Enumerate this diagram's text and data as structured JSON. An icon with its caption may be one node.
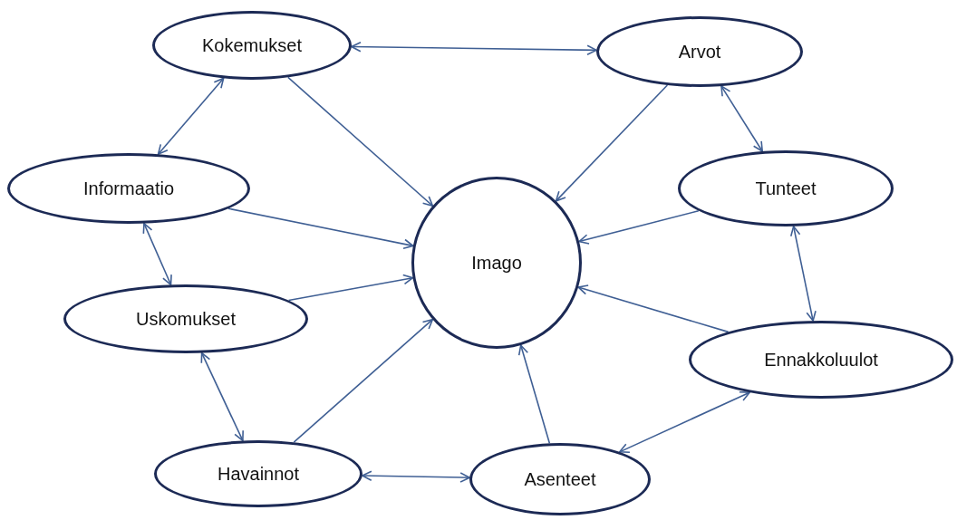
{
  "diagram": {
    "nodes": [
      {
        "text": [
          "Kokemukset"
        ]
      },
      {
        "text": [
          "Arvot"
        ]
      },
      {
        "text": [
          "Informaatio"
        ]
      },
      {
        "text": [
          "Tunteet"
        ]
      },
      {
        "text": [
          "Imago"
        ]
      },
      {
        "text": [
          "Uskomukset"
        ]
      },
      {
        "text": [
          "Ennakkoluulot"
        ]
      },
      {
        "text": [
          "Havainnot"
        ]
      },
      {
        "text": [
          "Asenteet"
        ]
      }
    ],
    "edges": [
      {
        "from": 0,
        "to": 1,
        "arrow": "both"
      },
      {
        "from": 0,
        "to": 4,
        "arrow": "to"
      },
      {
        "from": 1,
        "to": 4,
        "arrow": "to"
      },
      {
        "from": 2,
        "to": 4,
        "arrow": "to"
      },
      {
        "from": 3,
        "to": 4,
        "arrow": "to"
      },
      {
        "from": 5,
        "to": 4,
        "arrow": "to"
      },
      {
        "from": 6,
        "to": 4,
        "arrow": "to"
      },
      {
        "from": 7,
        "to": 4,
        "arrow": "to"
      },
      {
        "from": 8,
        "to": 4,
        "arrow": "to"
      },
      {
        "from": 0,
        "to": 2,
        "arrow": "both"
      },
      {
        "from": 2,
        "to": 5,
        "arrow": "both"
      },
      {
        "from": 5,
        "to": 7,
        "arrow": "both"
      },
      {
        "from": 7,
        "to": 8,
        "arrow": "both"
      },
      {
        "from": 8,
        "to": 6,
        "arrow": "both"
      },
      {
        "from": 6,
        "to": 3,
        "arrow": "both"
      },
      {
        "from": 3,
        "to": 1,
        "arrow": "both"
      }
    ]
  }
}
